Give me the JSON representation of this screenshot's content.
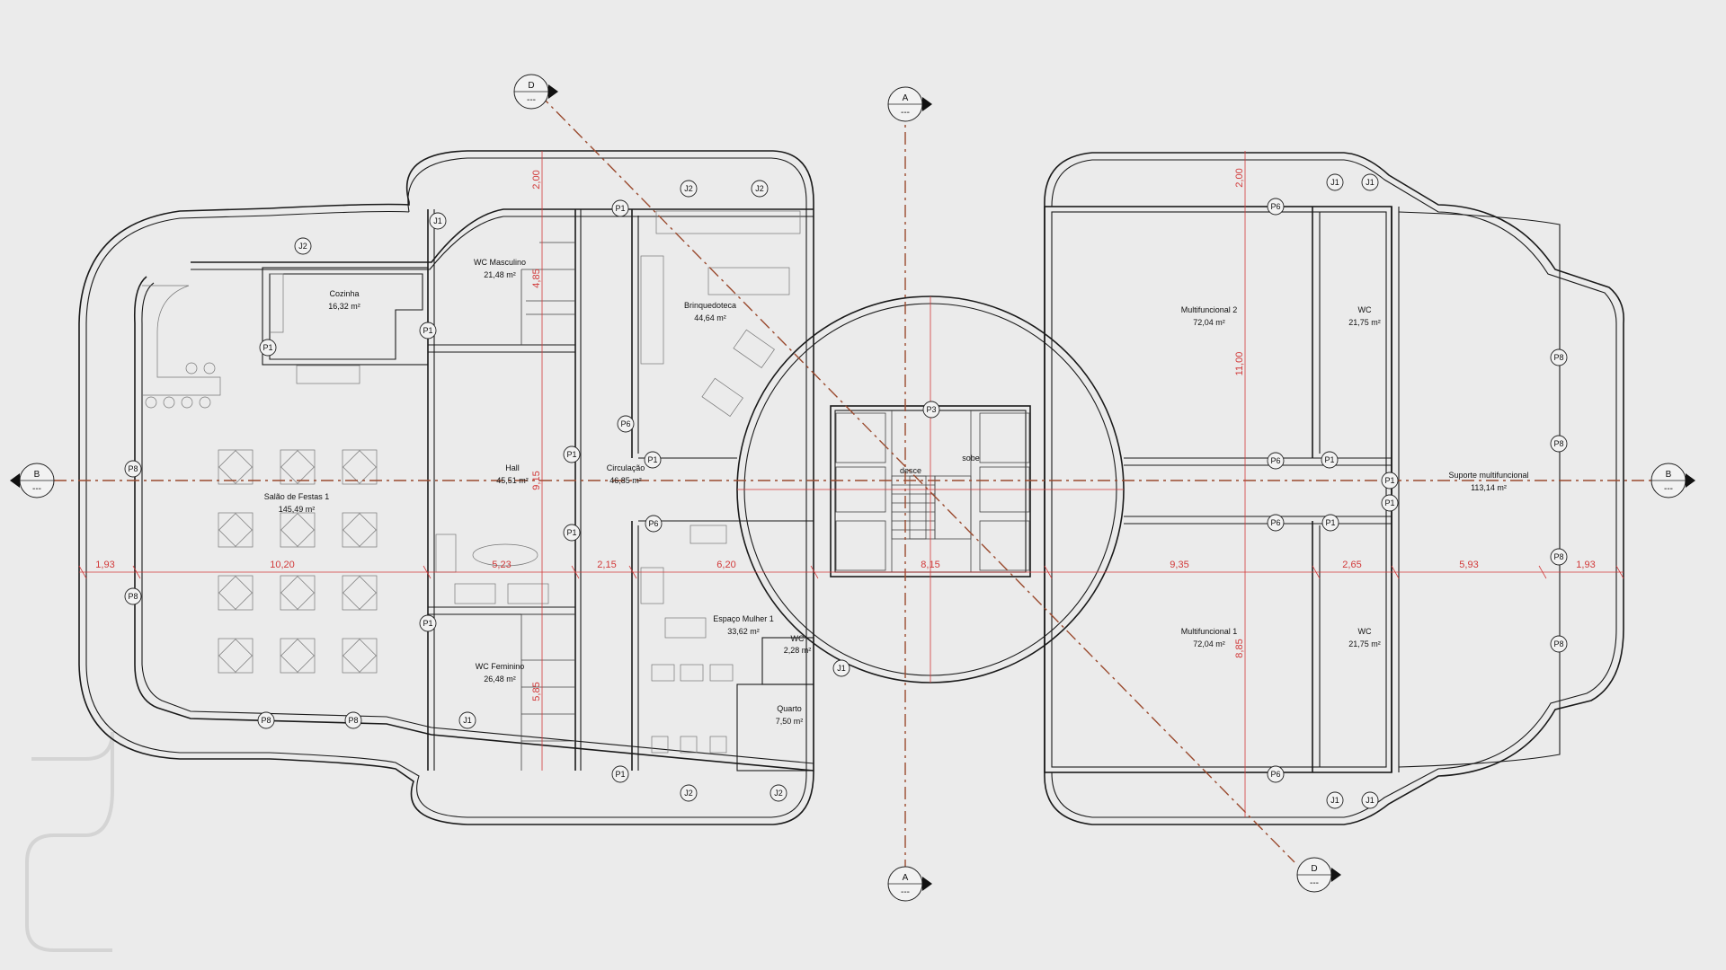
{
  "rooms": [
    {
      "name": "Cozinha",
      "area": "16,32 m²"
    },
    {
      "name": "WC Masculino",
      "area": "21,48 m²"
    },
    {
      "name": "Brinquedoteca",
      "area": "44,64 m²"
    },
    {
      "name": "Salão de Festas 1",
      "area": "145,49 m²"
    },
    {
      "name": "Hall",
      "area": "45,51 m²"
    },
    {
      "name": "Circulação",
      "area": "46,85 m²"
    },
    {
      "name": "WC Feminino",
      "area": "26,48 m²"
    },
    {
      "name": "Espaço Mulher 1",
      "area": "33,62 m²"
    },
    {
      "name": "WC",
      "area": "2,28 m²"
    },
    {
      "name": "Quarto",
      "area": "7,50 m²"
    },
    {
      "name": "Multifuncional 2",
      "area": "72,04 m²"
    },
    {
      "name": "WC",
      "area": "21,75 m²"
    },
    {
      "name": "Suporte multifuncional",
      "area": "113,14 m²"
    },
    {
      "name": "Multifuncional 1",
      "area": "72,04 m²"
    },
    {
      "name": "WC",
      "area": "21,75 m²"
    }
  ],
  "stair_labels": [
    "desce",
    "sobe"
  ],
  "dimensions": [
    "1,93",
    "10,20",
    "5,23",
    "2,15",
    "6,20",
    "8,15",
    "9,35",
    "2,65",
    "5,93",
    "1,93",
    "2,00",
    "4,85",
    "9,15",
    "5,85",
    "2,00",
    "11,00",
    "8,85"
  ],
  "door_tags": [
    "J1",
    "J2",
    "J2",
    "J2",
    "P1",
    "P1",
    "P1",
    "P1",
    "P6",
    "P6",
    "P1",
    "P1",
    "P1",
    "P1",
    "J1",
    "P8",
    "P8",
    "P8",
    "P8",
    "J2",
    "J2",
    "P3",
    "J1",
    "J1",
    "J1",
    "P6",
    "P6",
    "P6",
    "P1",
    "P1",
    "P1",
    "P6",
    "P1",
    "P8",
    "P8",
    "P8",
    "P8",
    "J1",
    "J1"
  ],
  "sections": [
    {
      "letter": "D",
      "sheet": "---"
    },
    {
      "letter": "A",
      "sheet": "---"
    },
    {
      "letter": "B",
      "sheet": "---"
    },
    {
      "letter": "B",
      "sheet": "---"
    },
    {
      "letter": "A",
      "sheet": "---"
    },
    {
      "letter": "D",
      "sheet": "---"
    }
  ]
}
